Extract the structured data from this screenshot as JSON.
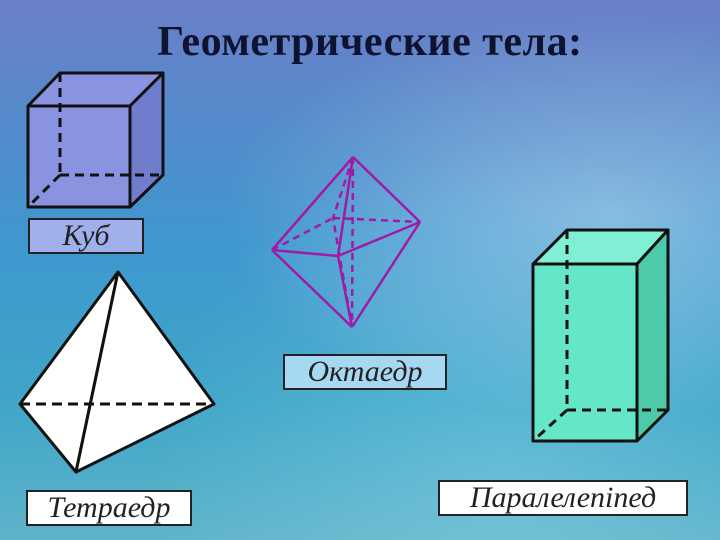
{
  "title": "Геометрические тела:",
  "labels": {
    "cube": "Куб",
    "octahedron": "Октаедр",
    "tetrahedron": "Тетраедр",
    "parallelepiped": "Паралелепiпед"
  },
  "colors": {
    "cube_fill": "#8a93df",
    "octahedron_stroke": "#a01aa8",
    "parallelepiped_fill": "#66e6c8",
    "tetrahedron_fill": "#ffffff"
  }
}
